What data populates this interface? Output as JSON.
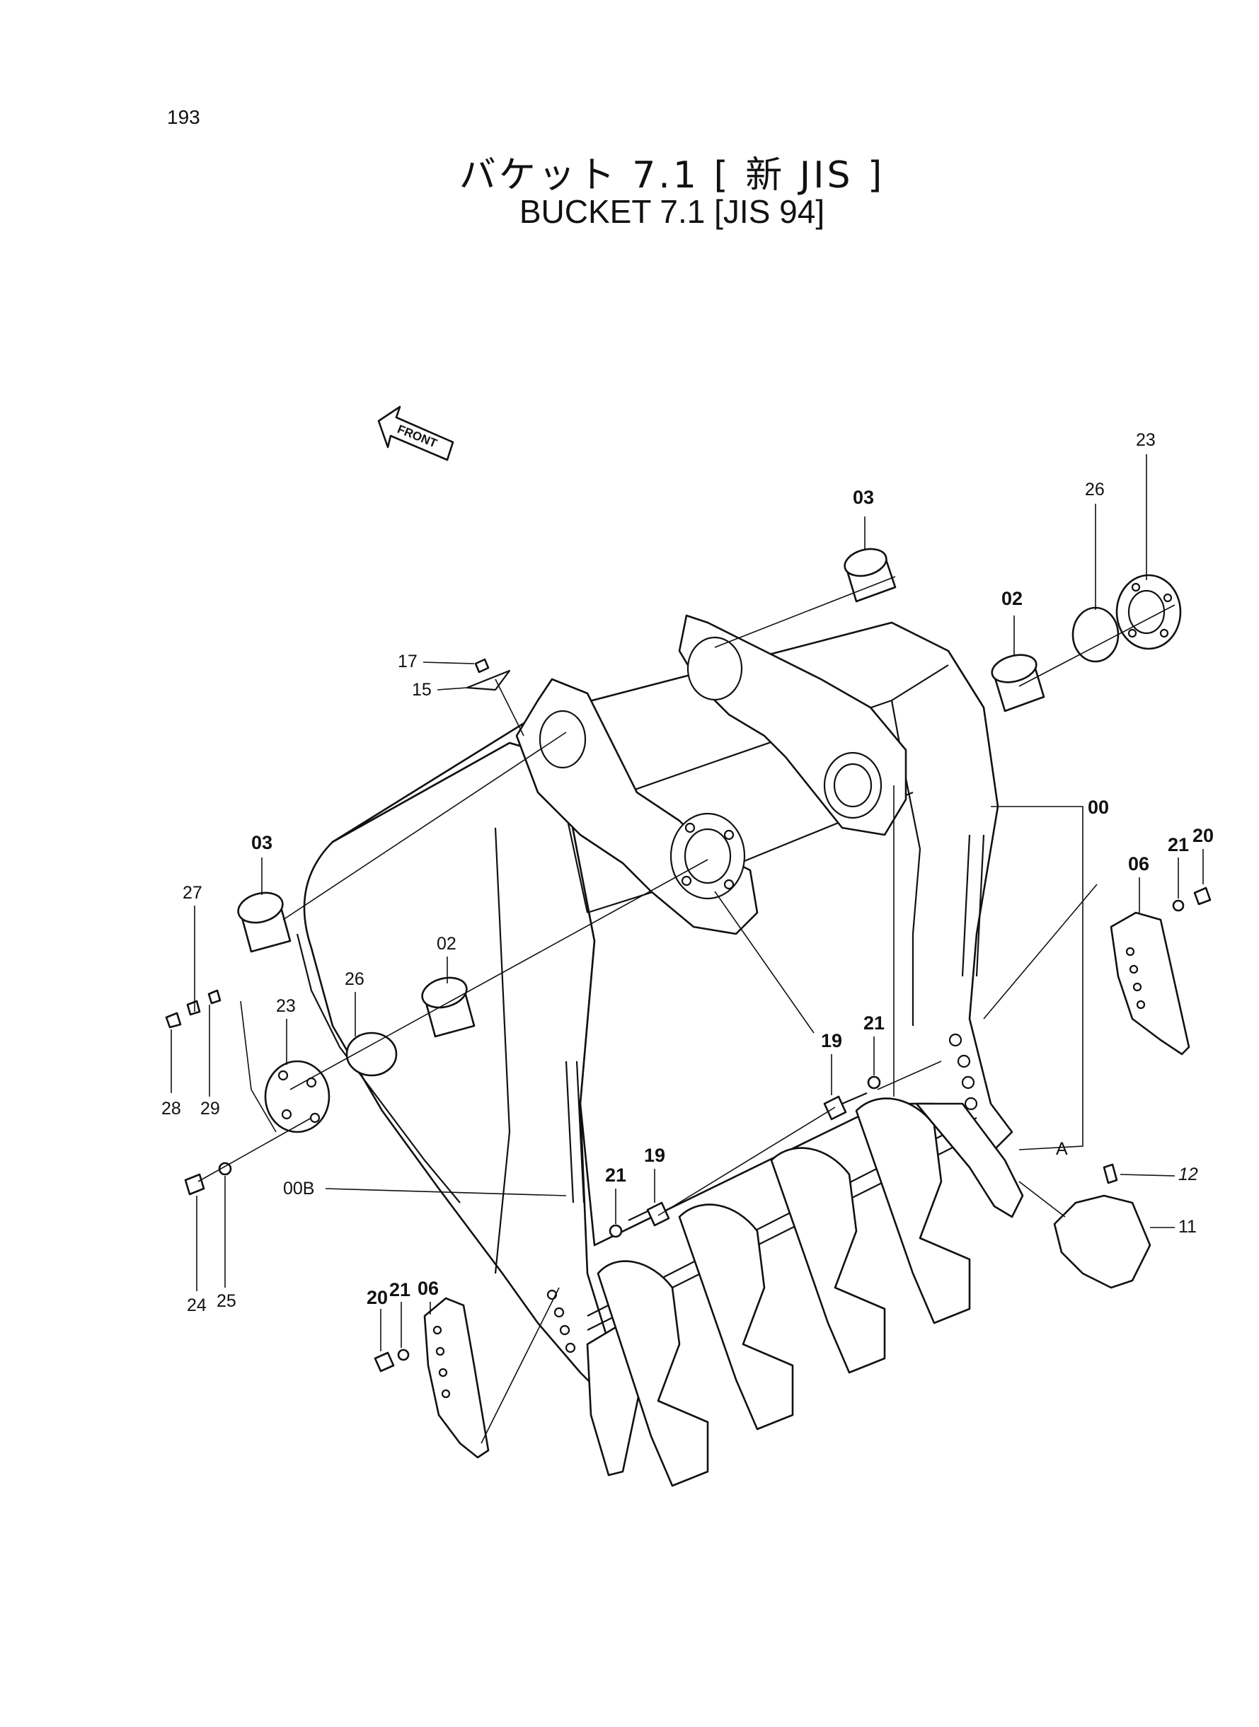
{
  "page_number": "193",
  "title_jp": "バケット 7.1 [ 新 JIS ]",
  "title_en": "BUCKET 7.1 [JIS 94]",
  "front_label": "FRONT",
  "callouts": {
    "c23_top": "23",
    "c26_top": "26",
    "c03_top": "03",
    "c02_right": "02",
    "c17": "17",
    "c15": "15",
    "c00": "00",
    "c20_right": "20",
    "c21_right": "21",
    "c06_right": "06",
    "c03_left": "03",
    "c27": "27",
    "c02_left": "02",
    "c26_left": "26",
    "c23_left": "23",
    "c28": "28",
    "c29": "29",
    "c21_mid": "21",
    "c19_mid": "19",
    "cA": "A",
    "c12": "12",
    "c11": "11",
    "c00B": "00B",
    "c21_low": "21",
    "c19_low": "19",
    "c24": "24",
    "c25": "25",
    "c20_left": "20",
    "c21_left": "21",
    "c06_left": "06"
  }
}
